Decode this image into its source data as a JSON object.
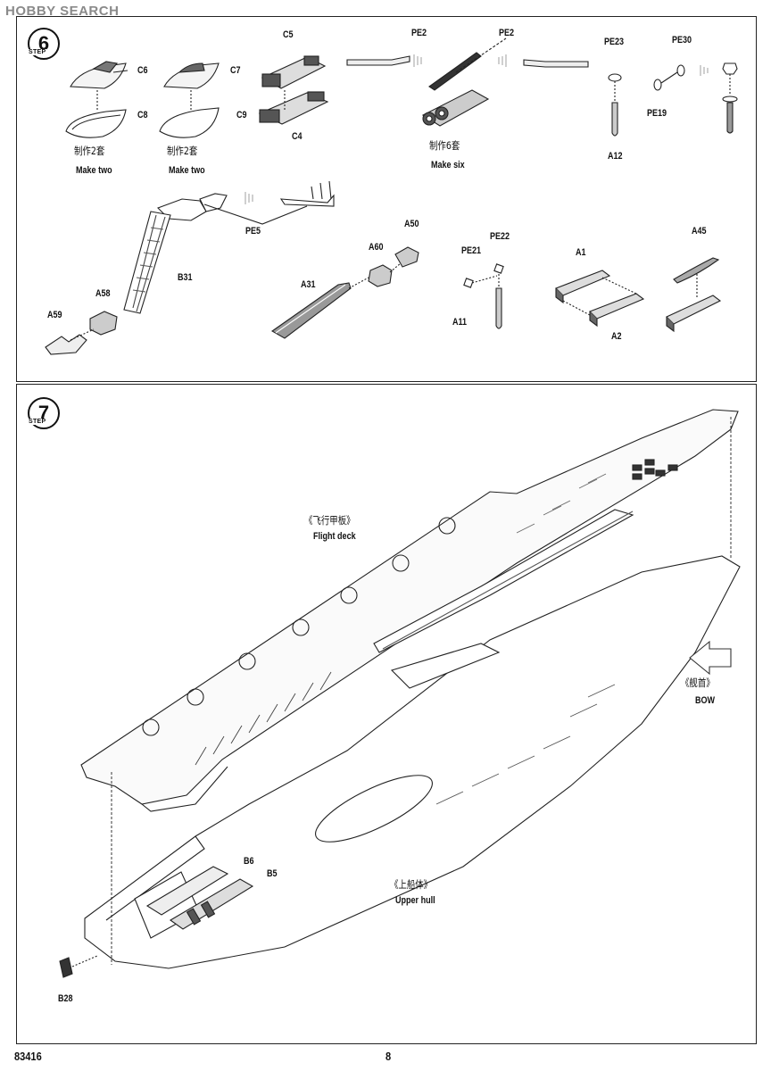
{
  "watermark": "HOBBY SEARCH",
  "step6": {
    "step_number": "6",
    "step_word": "STEP",
    "boat1": {
      "top": "C6",
      "bottom": "C8",
      "qty_cn": "制作2套",
      "qty_en": "Make two"
    },
    "boat2": {
      "top": "C7",
      "bottom": "C9",
      "qty_cn": "制作2套",
      "qty_en": "Make two"
    },
    "crane_base": {
      "top": "C5",
      "bottom": "C4"
    },
    "pe_strip_left": "PE2",
    "pe_strip_right": "PE2",
    "pe_assembly": {
      "qty_cn": "制作6套",
      "qty_en": "Make six"
    },
    "mast": {
      "pe23": "PE23",
      "pe30": "PE30",
      "pe19": "PE19",
      "a12": "A12"
    },
    "ladder": {
      "pe5": "PE5",
      "b31": "B31",
      "a58": "A58",
      "a59": "A59"
    },
    "arm": {
      "a31": "A31",
      "a60": "A60",
      "a50": "A50"
    },
    "pole": {
      "pe21": "PE21",
      "pe22": "PE22",
      "a11": "A11"
    },
    "rail": {
      "a1": "A1",
      "a2": "A2"
    },
    "rail2": {
      "a45": "A45"
    }
  },
  "step7": {
    "step_number": "7",
    "step_word": "STEP",
    "flight_deck_cn": "《飞行甲板》",
    "flight_deck_en": "Flight deck",
    "bow_cn": "《舰首》",
    "bow_en": "BOW",
    "upper_hull_cn": "《上船体》",
    "upper_hull_en": "Upper hull",
    "b6": "B6",
    "b5": "B5",
    "b28": "B28"
  },
  "footer": {
    "kit_number": "83416",
    "page_number": "8"
  }
}
